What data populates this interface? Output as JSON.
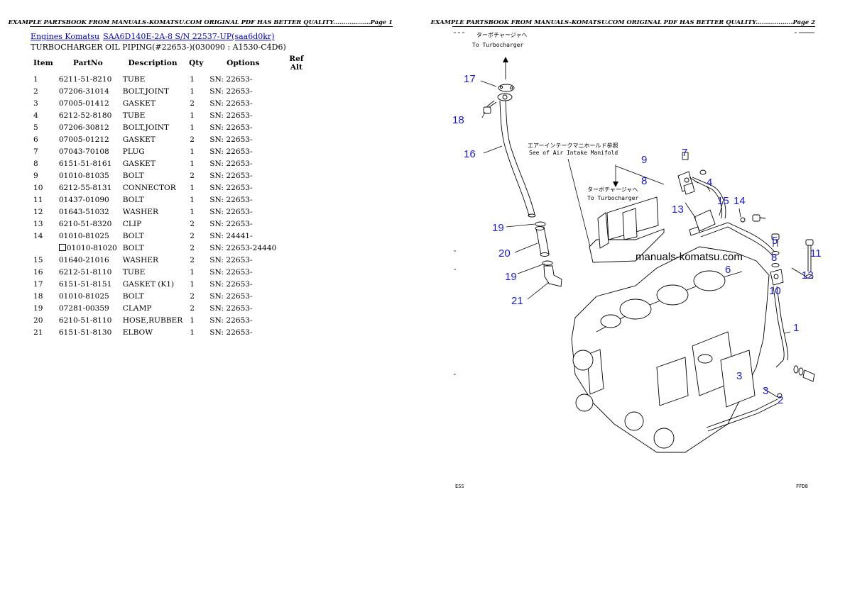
{
  "page1": {
    "header": "EXAMPLE PARTSBOOK FROM MANUALS-KOMATSU.COM ORIGINAL PDF HAS BETTER QUALITY..................Page 1",
    "breadcrumb": {
      "link1": "Engines Komatsu",
      "link2": "SAA6D140E-2A-8 S/N 22537-UP(saa6d0kr)"
    },
    "subtitle": "TURBOCHARGER OIL PIPING(#22653-)(030090 : A1530-C4D6)",
    "table": {
      "headers": [
        "Item",
        "PartNo",
        "Description",
        "Qty",
        "Options",
        "Ref Alt"
      ],
      "rows": [
        {
          "item": "1",
          "part": "6211-51-8210",
          "desc": "TUBE",
          "qty": "1",
          "opt": "SN: 22653-"
        },
        {
          "item": "2",
          "part": "07206-31014",
          "desc": "BOLT,JOINT",
          "qty": "1",
          "opt": "SN: 22653-"
        },
        {
          "item": "3",
          "part": "07005-01412",
          "desc": "GASKET",
          "qty": "2",
          "opt": "SN: 22653-"
        },
        {
          "item": "4",
          "part": "6212-52-8180",
          "desc": "TUBE",
          "qty": "1",
          "opt": "SN: 22653-"
        },
        {
          "item": "5",
          "part": "07206-30812",
          "desc": "BOLT,JOINT",
          "qty": "1",
          "opt": "SN: 22653-"
        },
        {
          "item": "6",
          "part": "07005-01212",
          "desc": "GASKET",
          "qty": "2",
          "opt": "SN: 22653-"
        },
        {
          "item": "7",
          "part": "07043-70108",
          "desc": "PLUG",
          "qty": "1",
          "opt": "SN: 22653-"
        },
        {
          "item": "8",
          "part": "6151-51-8161",
          "desc": "GASKET",
          "qty": "1",
          "opt": "SN: 22653-"
        },
        {
          "item": "9",
          "part": "01010-81035",
          "desc": "BOLT",
          "qty": "2",
          "opt": "SN: 22653-"
        },
        {
          "item": "10",
          "part": "6212-55-8131",
          "desc": "CONNECTOR",
          "qty": "1",
          "opt": "SN: 22653-"
        },
        {
          "item": "11",
          "part": "01437-01090",
          "desc": "BOLT",
          "qty": "1",
          "opt": "SN: 22653-"
        },
        {
          "item": "12",
          "part": "01643-51032",
          "desc": "WASHER",
          "qty": "1",
          "opt": "SN: 22653-"
        },
        {
          "item": "13",
          "part": "6210-51-8320",
          "desc": "CLIP",
          "qty": "2",
          "opt": "SN: 22653-"
        },
        {
          "item": "14",
          "part": "01010-81025",
          "desc": "BOLT",
          "qty": "2",
          "opt": "SN: 24441-"
        },
        {
          "item": "",
          "part": "01010-81020",
          "desc": "BOLT",
          "qty": "2",
          "opt": "SN: 22653-24440",
          "alt": true
        },
        {
          "item": "15",
          "part": "01640-21016",
          "desc": "WASHER",
          "qty": "2",
          "opt": "SN: 22653-"
        },
        {
          "item": "16",
          "part": "6212-51-8110",
          "desc": "TUBE",
          "qty": "1",
          "opt": "SN: 22653-"
        },
        {
          "item": "17",
          "part": "6151-51-8151",
          "desc": "GASKET (K1)",
          "qty": "1",
          "opt": "SN: 22653-"
        },
        {
          "item": "18",
          "part": "01010-81025",
          "desc": "BOLT",
          "qty": "2",
          "opt": "SN: 22653-"
        },
        {
          "item": "19",
          "part": "07281-00359",
          "desc": "CLAMP",
          "qty": "2",
          "opt": "SN: 22653-"
        },
        {
          "item": "20",
          "part": "6210-51-8110",
          "desc": "HOSE,RUBBER",
          "qty": "1",
          "opt": "SN: 22653-"
        },
        {
          "item": "21",
          "part": "6151-51-8130",
          "desc": "ELBOW",
          "qty": "1",
          "opt": "SN: 22653-"
        }
      ]
    }
  },
  "page2": {
    "header": "EXAMPLE PARTSBOOK FROM MANUALS-KOMATSU.COM ORIGINAL PDF HAS BETTER QUALITY..................Page 2",
    "watermark": "manuals-komatsu.com",
    "japanese_note_top": "ターボチャージャへ",
    "english_note_top": "To Turbocharger",
    "japanese_note_mid": "エアーインテークマニホールド参照",
    "english_note_mid": "See of Air Intake Manifold",
    "japanese_note_turbo": "ターボチャージャへ",
    "english_note_turbo": "To Turbocharger",
    "footer_left": "ESS",
    "footer_right": "FFD8",
    "callouts": [
      "17",
      "18",
      "16",
      "9",
      "7",
      "8",
      "4",
      "13",
      "15",
      "14",
      "19",
      "5",
      "11",
      "20",
      "6",
      "8",
      "12",
      "19",
      "10",
      "21",
      "1",
      "3",
      "3",
      "2"
    ]
  }
}
